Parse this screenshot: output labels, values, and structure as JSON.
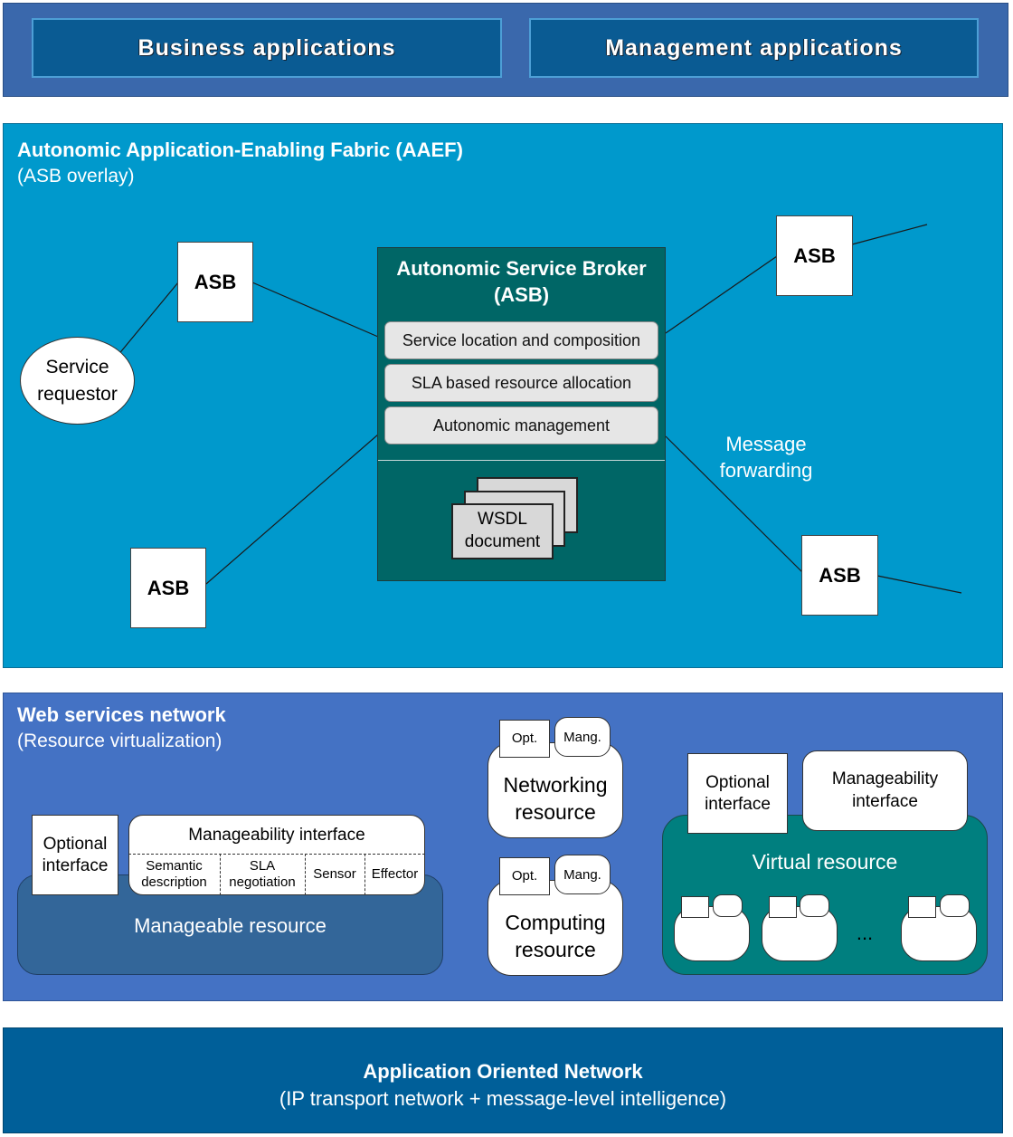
{
  "top": {
    "business": "Business applications",
    "management": "Management applications"
  },
  "aaef": {
    "title": "Autonomic Application-Enabling Fabric (AAEF)",
    "subtitle": "(ASB overlay)",
    "asb_label": "ASB",
    "requestor_line1": "Service",
    "requestor_line2": "requestor",
    "broker_line1": "Autonomic Service Broker",
    "broker_line2": "(ASB)",
    "functions": [
      "Service location and composition",
      "SLA based resource allocation",
      "Autonomic management"
    ],
    "wsdl_line1": "WSDL",
    "wsdl_line2": "document",
    "forward_line1": "Message",
    "forward_line2": "forwarding"
  },
  "wsn": {
    "title": "Web services network",
    "subtitle": "(Resource virtualization)",
    "optional_line1": "Optional",
    "optional_line2": "interface",
    "manageability_interface": "Manageability interface",
    "cells": {
      "semantic_line1": "Semantic",
      "semantic_line2": "description",
      "sla_line1": "SLA",
      "sla_line2": "negotiation",
      "sensor": "Sensor",
      "effector": "Effector"
    },
    "manageable_resource": "Manageable resource",
    "opt": "Opt.",
    "mang": "Mang.",
    "networking_line1": "Networking",
    "networking_line2": "resource",
    "computing_line1": "Computing",
    "computing_line2": "resource",
    "manageability_line1": "Manageability",
    "manageability_line2": "interface",
    "virtual_resource": "Virtual resource",
    "ellipsis": "..."
  },
  "aon": {
    "title": "Application Oriented Network",
    "subtitle": "(IP transport network + message-level intelligence)"
  },
  "colors": {
    "top_band": "#3a68ac",
    "aaef_band": "#0099cc",
    "wsn_band": "#4472c4",
    "aon_band": "#005f99",
    "broker": "#006666",
    "manageable": "#336699",
    "virtual": "#007f7f"
  }
}
